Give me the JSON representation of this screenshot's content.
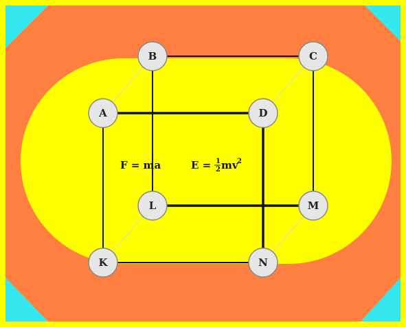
{
  "colors": {
    "frame": "#ffff00",
    "corner": "#33e6f0",
    "octagon": "#ff7f40",
    "ellipse": "#ffff00",
    "node_fill": "#e6e6e6",
    "node_stroke": "#888888",
    "edge_thin": "#111111",
    "edge_faint": "#d8d8c8"
  },
  "nodes": [
    {
      "id": "B",
      "label": "B"
    },
    {
      "id": "C",
      "label": "C"
    },
    {
      "id": "A",
      "label": "A"
    },
    {
      "id": "D",
      "label": "D"
    },
    {
      "id": "L",
      "label": "L"
    },
    {
      "id": "M",
      "label": "M"
    },
    {
      "id": "K",
      "label": "K"
    },
    {
      "id": "N",
      "label": "N"
    }
  ],
  "formulas": {
    "force": "F = ma",
    "energy_lhs": "E = ",
    "energy_num": "1",
    "energy_den": "2",
    "energy_rhs": "mv",
    "energy_exp": "2"
  }
}
